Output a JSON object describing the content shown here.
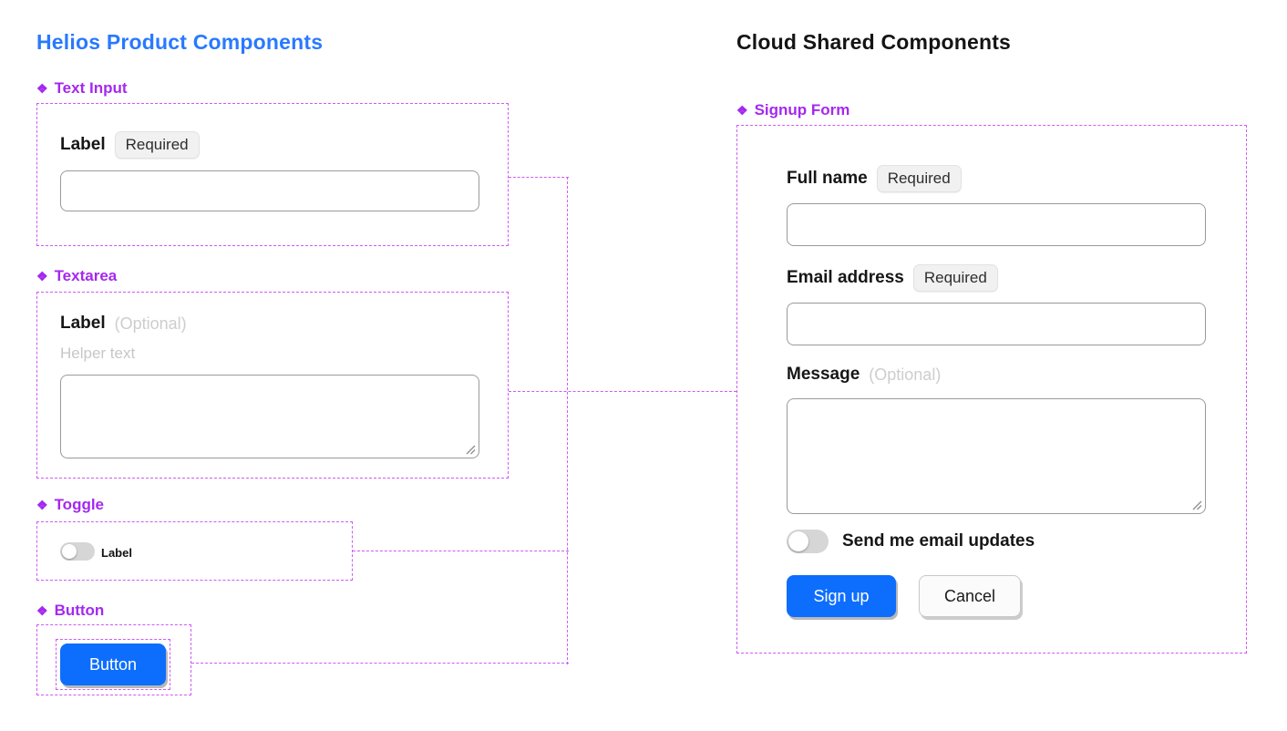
{
  "icons": {
    "component": "❖"
  },
  "colors": {
    "heading_blue": "#2979FF",
    "component_purple": "#A428F0",
    "frame_border_purple": "#CD5BF5",
    "primary_button_blue": "#0D6EFD",
    "toggle_track_gray": "#D6D6D6",
    "badge_bg": "#F1F1F1"
  },
  "left": {
    "title": "Helios Product Components",
    "text_input": {
      "tag": "Text Input",
      "label": "Label",
      "badge": "Required",
      "value": ""
    },
    "textarea": {
      "tag": "Textarea",
      "label": "Label",
      "optional": "(Optional)",
      "helper": "Helper text",
      "value": ""
    },
    "toggle": {
      "tag": "Toggle",
      "label": "Label",
      "state": "off"
    },
    "button": {
      "tag": "Button",
      "label": "Button"
    }
  },
  "right": {
    "title": "Cloud Shared Components",
    "signup": {
      "tag": "Signup Form",
      "full_name": {
        "label": "Full name",
        "badge": "Required",
        "value": ""
      },
      "email": {
        "label": "Email address",
        "badge": "Required",
        "value": ""
      },
      "message": {
        "label": "Message",
        "optional": "(Optional)",
        "value": ""
      },
      "updates_toggle": {
        "label": "Send me email updates",
        "state": "off"
      },
      "submit_label": "Sign up",
      "cancel_label": "Cancel"
    }
  }
}
